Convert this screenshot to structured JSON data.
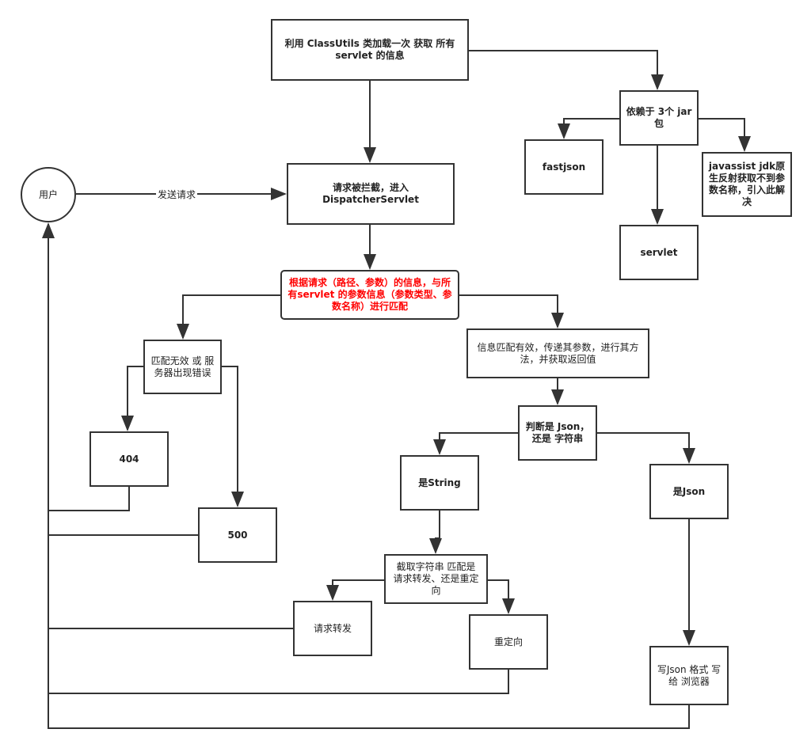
{
  "nodes": {
    "load": "利用 ClassUtils 类加载一次 获取 所有 servlet 的信息",
    "deps": "依赖于 3个 jar包",
    "fastjson": "fastjson",
    "javassist": "javassist jdk原生反射获取不到参数名称，引入此解决",
    "servlet": "servlet",
    "user": "用户",
    "dispatcher": "请求被拦截，进入 DispatcherServlet",
    "match": "根据请求（路径、参数）的信息，与所有servlet 的参数信息（参数类型、参数名称）进行匹配",
    "invalid": "匹配无效 或 服务器出现错误",
    "valid": "信息匹配有效，传递其参数，进行其方法，并获取返回值",
    "judge": "判断是 Json，还是 字符串",
    "e404": "404",
    "e500": "500",
    "isString": "是String",
    "isJson": "是Json",
    "substring": "截取字符串 匹配是 请求转发、还是重定向",
    "forward": "请求转发",
    "redirect": "重定向",
    "writeJson": "写Json 格式 写给 浏览器"
  },
  "edges": {
    "send": "发送请求"
  },
  "colors": {
    "line": "#333333",
    "highlight": "#ff0000"
  }
}
